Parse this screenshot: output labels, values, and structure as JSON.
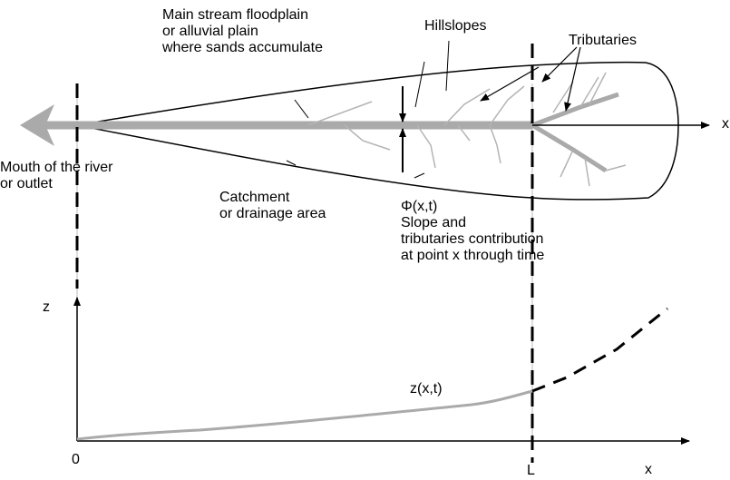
{
  "labels": {
    "floodplain": [
      "Main stream floodplain",
      "or alluvial plain",
      "where sands accumulate"
    ],
    "hillslopes": "Hillslopes",
    "tributaries": "Tributaries",
    "mouth": [
      "Mouth of the river",
      "or outlet"
    ],
    "catchment": [
      "Catchment",
      "or drainage area"
    ],
    "phi": [
      "Φ(x,t)",
      "Slope and",
      "tributaries contribution",
      "at point x through time"
    ],
    "x_upper": "x",
    "z_axis": "z",
    "z_curve": "z(x,t)",
    "origin": "0",
    "L": "L",
    "x_lower": "x"
  },
  "colors": {
    "ink": "#000000",
    "river": "#aaaaaa",
    "tributary": "#b4b4b4",
    "guide": "#bbbbbb"
  }
}
